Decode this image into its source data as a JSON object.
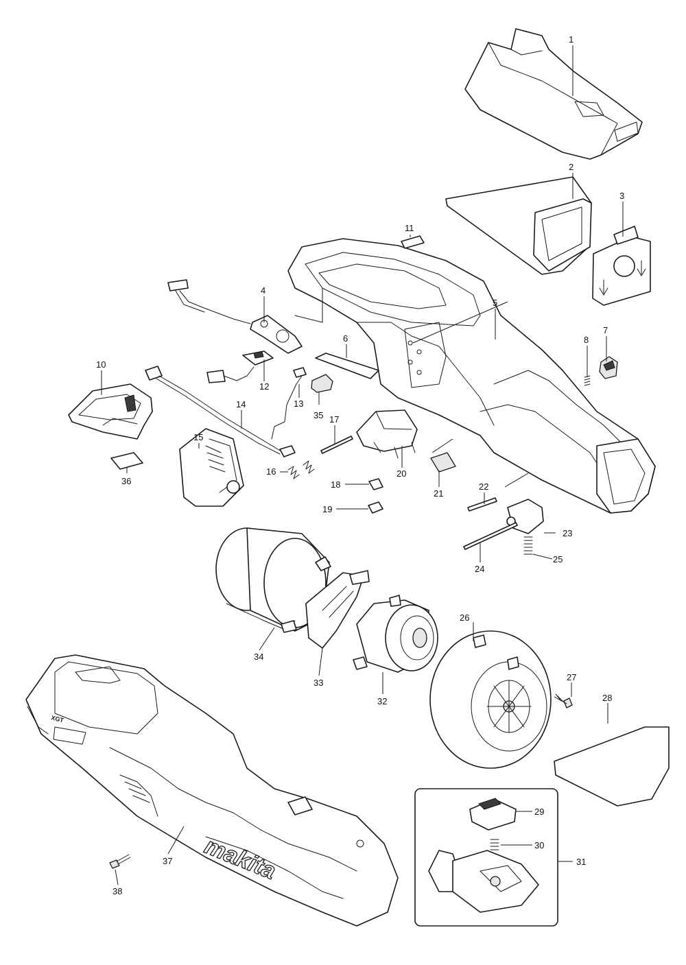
{
  "brand_text": "makita",
  "badge_text": "XGT",
  "parts": [
    {
      "id": "p1",
      "number": "1"
    },
    {
      "id": "p2",
      "number": "2"
    },
    {
      "id": "p3",
      "number": "3"
    },
    {
      "id": "p4",
      "number": "4"
    },
    {
      "id": "p5",
      "number": "5"
    },
    {
      "id": "p6",
      "number": "6"
    },
    {
      "id": "p7",
      "number": "7"
    },
    {
      "id": "p8",
      "number": "8"
    },
    {
      "id": "p10",
      "number": "10"
    },
    {
      "id": "p11",
      "number": "11"
    },
    {
      "id": "p12",
      "number": "12"
    },
    {
      "id": "p13",
      "number": "13"
    },
    {
      "id": "p14",
      "number": "14"
    },
    {
      "id": "p15",
      "number": "15"
    },
    {
      "id": "p16",
      "number": "16"
    },
    {
      "id": "p17",
      "number": "17"
    },
    {
      "id": "p18",
      "number": "18"
    },
    {
      "id": "p19",
      "number": "19"
    },
    {
      "id": "p20",
      "number": "20"
    },
    {
      "id": "p21",
      "number": "21"
    },
    {
      "id": "p22",
      "number": "22"
    },
    {
      "id": "p23",
      "number": "23"
    },
    {
      "id": "p24",
      "number": "24"
    },
    {
      "id": "p25",
      "number": "25"
    },
    {
      "id": "p26",
      "number": "26"
    },
    {
      "id": "p27",
      "number": "27"
    },
    {
      "id": "p28",
      "number": "28"
    },
    {
      "id": "p29",
      "number": "29"
    },
    {
      "id": "p30",
      "number": "30"
    },
    {
      "id": "p31",
      "number": "31"
    },
    {
      "id": "p32",
      "number": "32"
    },
    {
      "id": "p33",
      "number": "33"
    },
    {
      "id": "p34",
      "number": "34"
    },
    {
      "id": "p35",
      "number": "35"
    },
    {
      "id": "p36",
      "number": "36"
    },
    {
      "id": "p37",
      "number": "37"
    },
    {
      "id": "p38",
      "number": "38"
    }
  ]
}
